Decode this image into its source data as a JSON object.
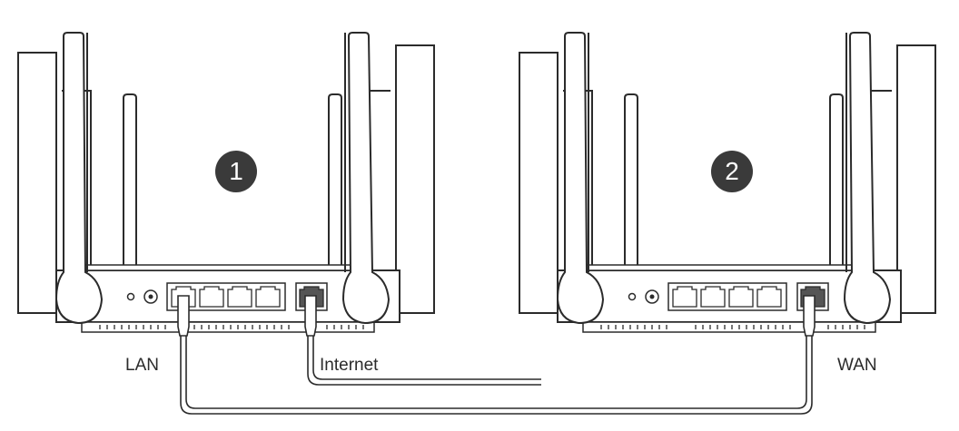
{
  "routers": [
    {
      "step": "1",
      "port_label": "LAN",
      "wan_label": "Internet"
    },
    {
      "step": "2",
      "port_label": "WAN"
    }
  ],
  "colors": {
    "line": "#2b2b2b",
    "badge": "#3a3a3a",
    "port_fill": "#555555"
  }
}
